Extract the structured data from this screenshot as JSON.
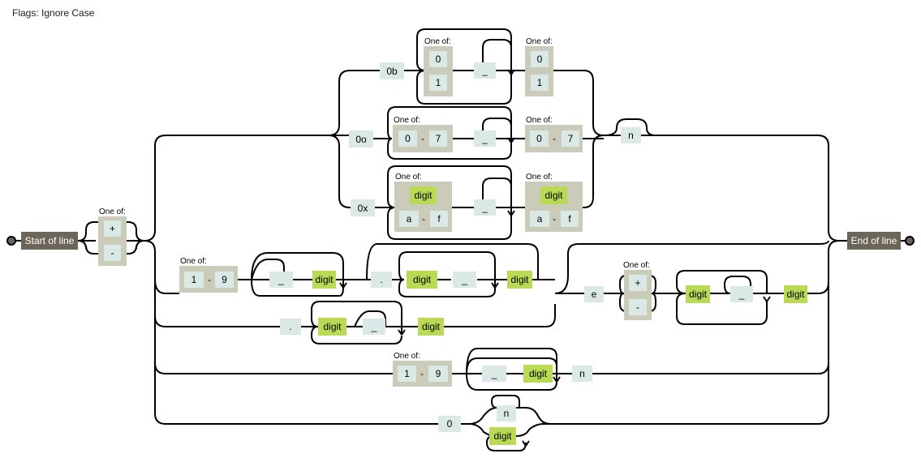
{
  "flags_text": "Flags: Ignore Case",
  "labels": {
    "one_of": "One of:",
    "start": "Start of line",
    "end": "End of line",
    "range_dash": "-"
  },
  "tokens": {
    "plus": "+",
    "minus": "-",
    "zero_b": "0b",
    "zero_o": "0o",
    "zero_x": "0x",
    "zero": "0",
    "one": "1",
    "seven": "7",
    "nine": "9",
    "a": "a",
    "f": "f",
    "underscore": "_",
    "dot": ".",
    "e": "e",
    "n": "n",
    "digit": "digit"
  },
  "colors": {
    "literal": "#dae9e5",
    "escape": "#bada55",
    "charset": "#cbcbba",
    "anchor": "#6b6659"
  }
}
